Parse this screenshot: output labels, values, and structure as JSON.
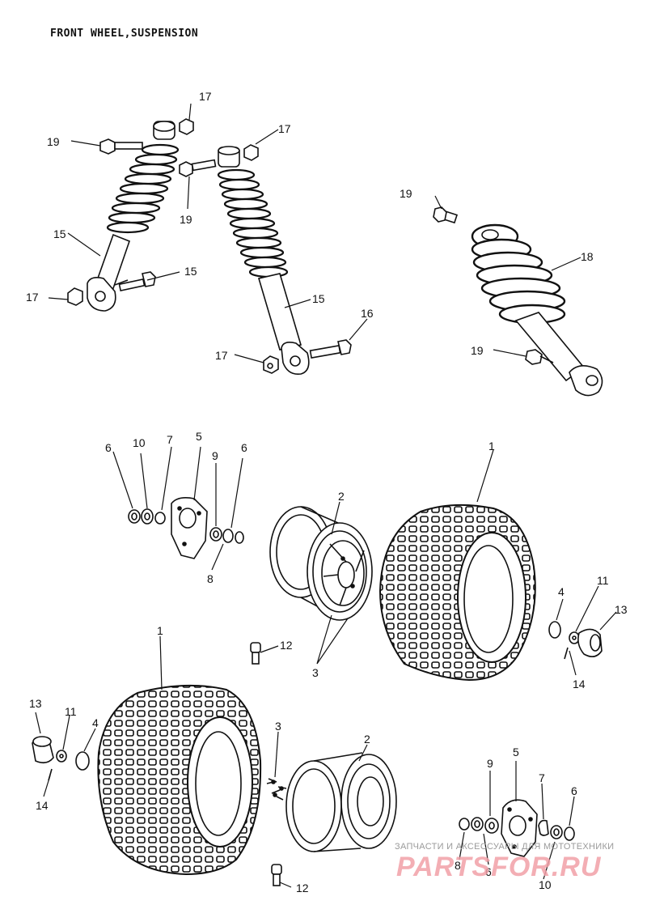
{
  "title": "FRONT WHEEL,SUSPENSION",
  "callouts": [
    {
      "id": "c17a",
      "label": "17"
    },
    {
      "id": "c19a",
      "label": "19"
    },
    {
      "id": "c17b",
      "label": "17"
    },
    {
      "id": "c19b",
      "label": "19"
    },
    {
      "id": "c19c",
      "label": "19"
    },
    {
      "id": "c15a",
      "label": "15"
    },
    {
      "id": "c18",
      "label": "18"
    },
    {
      "id": "c15b",
      "label": "15"
    },
    {
      "id": "c17c",
      "label": "17"
    },
    {
      "id": "c15c",
      "label": "15"
    },
    {
      "id": "c16",
      "label": "16"
    },
    {
      "id": "c19d",
      "label": "19"
    },
    {
      "id": "c17d",
      "label": "17"
    },
    {
      "id": "c6a",
      "label": "6"
    },
    {
      "id": "c10a",
      "label": "10"
    },
    {
      "id": "c7a",
      "label": "7"
    },
    {
      "id": "c5a",
      "label": "5"
    },
    {
      "id": "c9a",
      "label": "9"
    },
    {
      "id": "c6b",
      "label": "6"
    },
    {
      "id": "c8a",
      "label": "8"
    },
    {
      "id": "c2a",
      "label": "2"
    },
    {
      "id": "c1a",
      "label": "1"
    },
    {
      "id": "c4a",
      "label": "4"
    },
    {
      "id": "c11a",
      "label": "11"
    },
    {
      "id": "c13a",
      "label": "13"
    },
    {
      "id": "c14a",
      "label": "14"
    },
    {
      "id": "c12a",
      "label": "12"
    },
    {
      "id": "c3a",
      "label": "3"
    },
    {
      "id": "c1b",
      "label": "1"
    },
    {
      "id": "c13b",
      "label": "13"
    },
    {
      "id": "c11b",
      "label": "11"
    },
    {
      "id": "c4b",
      "label": "4"
    },
    {
      "id": "c14b",
      "label": "14"
    },
    {
      "id": "c3b",
      "label": "3"
    },
    {
      "id": "c2b",
      "label": "2"
    },
    {
      "id": "c5b",
      "label": "5"
    },
    {
      "id": "c9b",
      "label": "9"
    },
    {
      "id": "c7b",
      "label": "7"
    },
    {
      "id": "c6c",
      "label": "6"
    },
    {
      "id": "c8b",
      "label": "8"
    },
    {
      "id": "c6d",
      "label": "6"
    },
    {
      "id": "c10b",
      "label": "10"
    },
    {
      "id": "c12b",
      "label": "12"
    }
  ],
  "watermark": {
    "tagline": "ЗАПЧАСТИ И АКСЕССУАРЫ ДЛЯ МОТОТЕХНИКИ",
    "brand": "PARTSFOR.RU"
  }
}
